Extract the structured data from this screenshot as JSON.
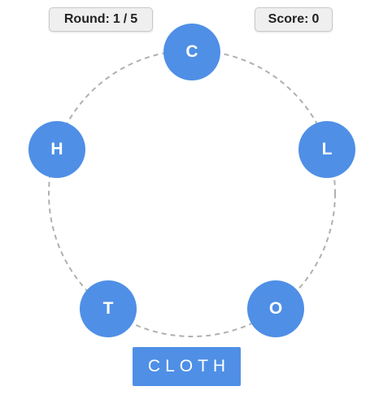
{
  "hud": {
    "round_label": "Round:",
    "round_current": "1",
    "round_separator": "/",
    "round_total": "5",
    "score_label": "Score:",
    "score_value": "0"
  },
  "wheel": {
    "letters": [
      "C",
      "L",
      "O",
      "T",
      "H"
    ],
    "letter_color": "#4f8fe6",
    "ring_style": "dashed"
  },
  "current_word": "CLOTH",
  "colors": {
    "accent": "#4f8fe6",
    "ring": "#b0b0b0"
  }
}
